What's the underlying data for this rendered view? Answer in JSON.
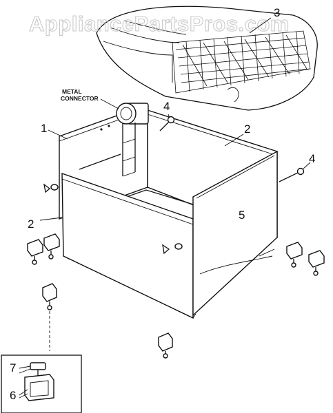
{
  "watermark": "AppliancePartsPros.com",
  "connector_label_line1": "METAL",
  "connector_label_line2": "CONNECTOR",
  "callouts": {
    "c1": "1",
    "c2a": "2",
    "c2b": "2",
    "c3": "3",
    "c4a": "4",
    "c4b": "4",
    "c5": "5",
    "c6": "6",
    "c7": "7"
  }
}
